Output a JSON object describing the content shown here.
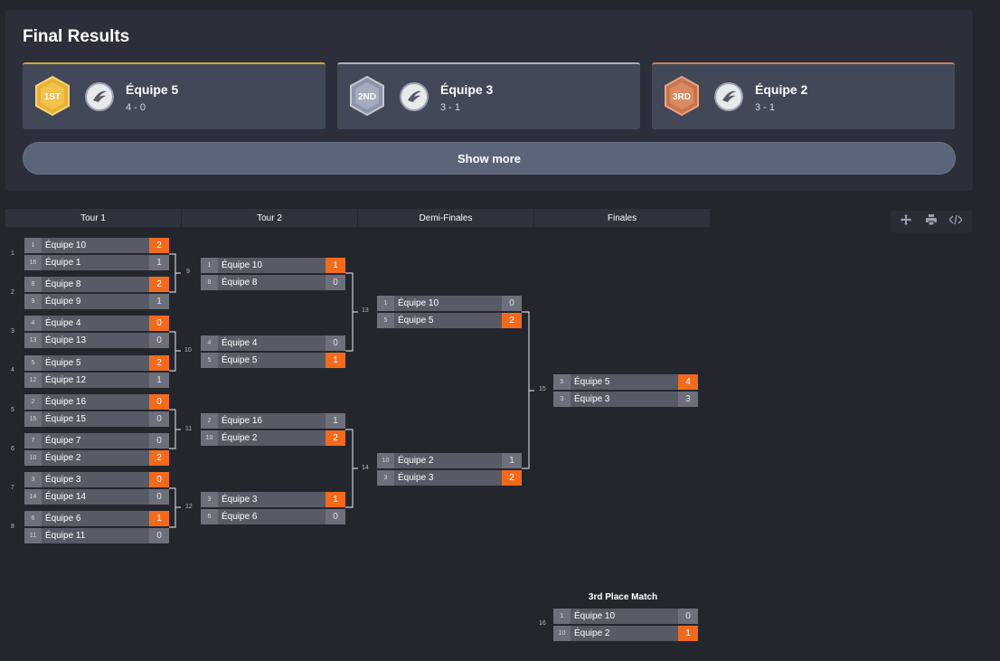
{
  "results": {
    "title": "Final Results",
    "podium": [
      {
        "medal": "1ST",
        "name": "Équipe 5",
        "record": "4 - 0",
        "medal_color": "#e9b232"
      },
      {
        "medal": "2ND",
        "name": "Équipe 3",
        "record": "3 - 1",
        "medal_color": "#9aa3b6"
      },
      {
        "medal": "3RD",
        "name": "Équipe 2",
        "record": "3 - 1",
        "medal_color": "#d07e58"
      }
    ],
    "show_more": "Show more"
  },
  "rounds": [
    "Tour 1",
    "Tour 2",
    "Demi-Finales",
    "Finales"
  ],
  "toolbar": {
    "icons": [
      "move-icon",
      "print-icon",
      "code-icon"
    ]
  },
  "accent_color": "#f26b1d",
  "bracket": {
    "r1": [
      {
        "num": "1",
        "t1": {
          "seed": "1",
          "name": "Équipe 10",
          "score": "2",
          "win": true
        },
        "t2": {
          "seed": "16",
          "name": "Équipe 1",
          "score": "1",
          "win": false
        }
      },
      {
        "num": "2",
        "t1": {
          "seed": "8",
          "name": "Équipe 8",
          "score": "2",
          "win": true
        },
        "t2": {
          "seed": "9",
          "name": "Équipe 9",
          "score": "1",
          "win": false
        }
      },
      {
        "num": "3",
        "t1": {
          "seed": "4",
          "name": "Équipe 4",
          "score": "0",
          "win": true
        },
        "t2": {
          "seed": "13",
          "name": "Équipe 13",
          "score": "0",
          "win": false
        }
      },
      {
        "num": "4",
        "t1": {
          "seed": "5",
          "name": "Équipe 5",
          "score": "2",
          "win": true
        },
        "t2": {
          "seed": "12",
          "name": "Équipe 12",
          "score": "1",
          "win": false
        }
      },
      {
        "num": "5",
        "t1": {
          "seed": "2",
          "name": "Équipe 16",
          "score": "0",
          "win": true
        },
        "t2": {
          "seed": "15",
          "name": "Équipe 15",
          "score": "0",
          "win": false
        }
      },
      {
        "num": "6",
        "t1": {
          "seed": "7",
          "name": "Équipe 7",
          "score": "0",
          "win": false
        },
        "t2": {
          "seed": "10",
          "name": "Équipe 2",
          "score": "2",
          "win": true
        }
      },
      {
        "num": "7",
        "t1": {
          "seed": "3",
          "name": "Équipe 3",
          "score": "0",
          "win": true
        },
        "t2": {
          "seed": "14",
          "name": "Équipe 14",
          "score": "0",
          "win": false
        }
      },
      {
        "num": "8",
        "t1": {
          "seed": "6",
          "name": "Équipe 6",
          "score": "1",
          "win": true
        },
        "t2": {
          "seed": "11",
          "name": "Équipe 11",
          "score": "0",
          "win": false
        }
      }
    ],
    "r2": [
      {
        "num": "9",
        "t1": {
          "seed": "1",
          "name": "Équipe 10",
          "score": "1",
          "win": true
        },
        "t2": {
          "seed": "8",
          "name": "Équipe 8",
          "score": "0",
          "win": false
        }
      },
      {
        "num": "10",
        "t1": {
          "seed": "4",
          "name": "Équipe 4",
          "score": "0",
          "win": false
        },
        "t2": {
          "seed": "5",
          "name": "Équipe 5",
          "score": "1",
          "win": true
        }
      },
      {
        "num": "11",
        "t1": {
          "seed": "2",
          "name": "Équipe 16",
          "score": "1",
          "win": false
        },
        "t2": {
          "seed": "10",
          "name": "Équipe 2",
          "score": "2",
          "win": true
        }
      },
      {
        "num": "12",
        "t1": {
          "seed": "3",
          "name": "Équipe 3",
          "score": "1",
          "win": true
        },
        "t2": {
          "seed": "6",
          "name": "Équipe 6",
          "score": "0",
          "win": false
        }
      }
    ],
    "r3": [
      {
        "num": "13",
        "t1": {
          "seed": "1",
          "name": "Équipe 10",
          "score": "0",
          "win": false
        },
        "t2": {
          "seed": "5",
          "name": "Équipe 5",
          "score": "2",
          "win": true
        }
      },
      {
        "num": "14",
        "t1": {
          "seed": "10",
          "name": "Équipe 2",
          "score": "1",
          "win": false
        },
        "t2": {
          "seed": "3",
          "name": "Équipe 3",
          "score": "2",
          "win": true
        }
      }
    ],
    "final": {
      "num": "15",
      "t1": {
        "seed": "5",
        "name": "Équipe 5",
        "score": "4",
        "win": true
      },
      "t2": {
        "seed": "3",
        "name": "Équipe 3",
        "score": "3",
        "win": false
      }
    },
    "third": {
      "title": "3rd Place Match",
      "num": "16",
      "t1": {
        "seed": "1",
        "name": "Équipe 10",
        "score": "0",
        "win": false
      },
      "t2": {
        "seed": "10",
        "name": "Équipe 2",
        "score": "1",
        "win": true
      }
    }
  }
}
